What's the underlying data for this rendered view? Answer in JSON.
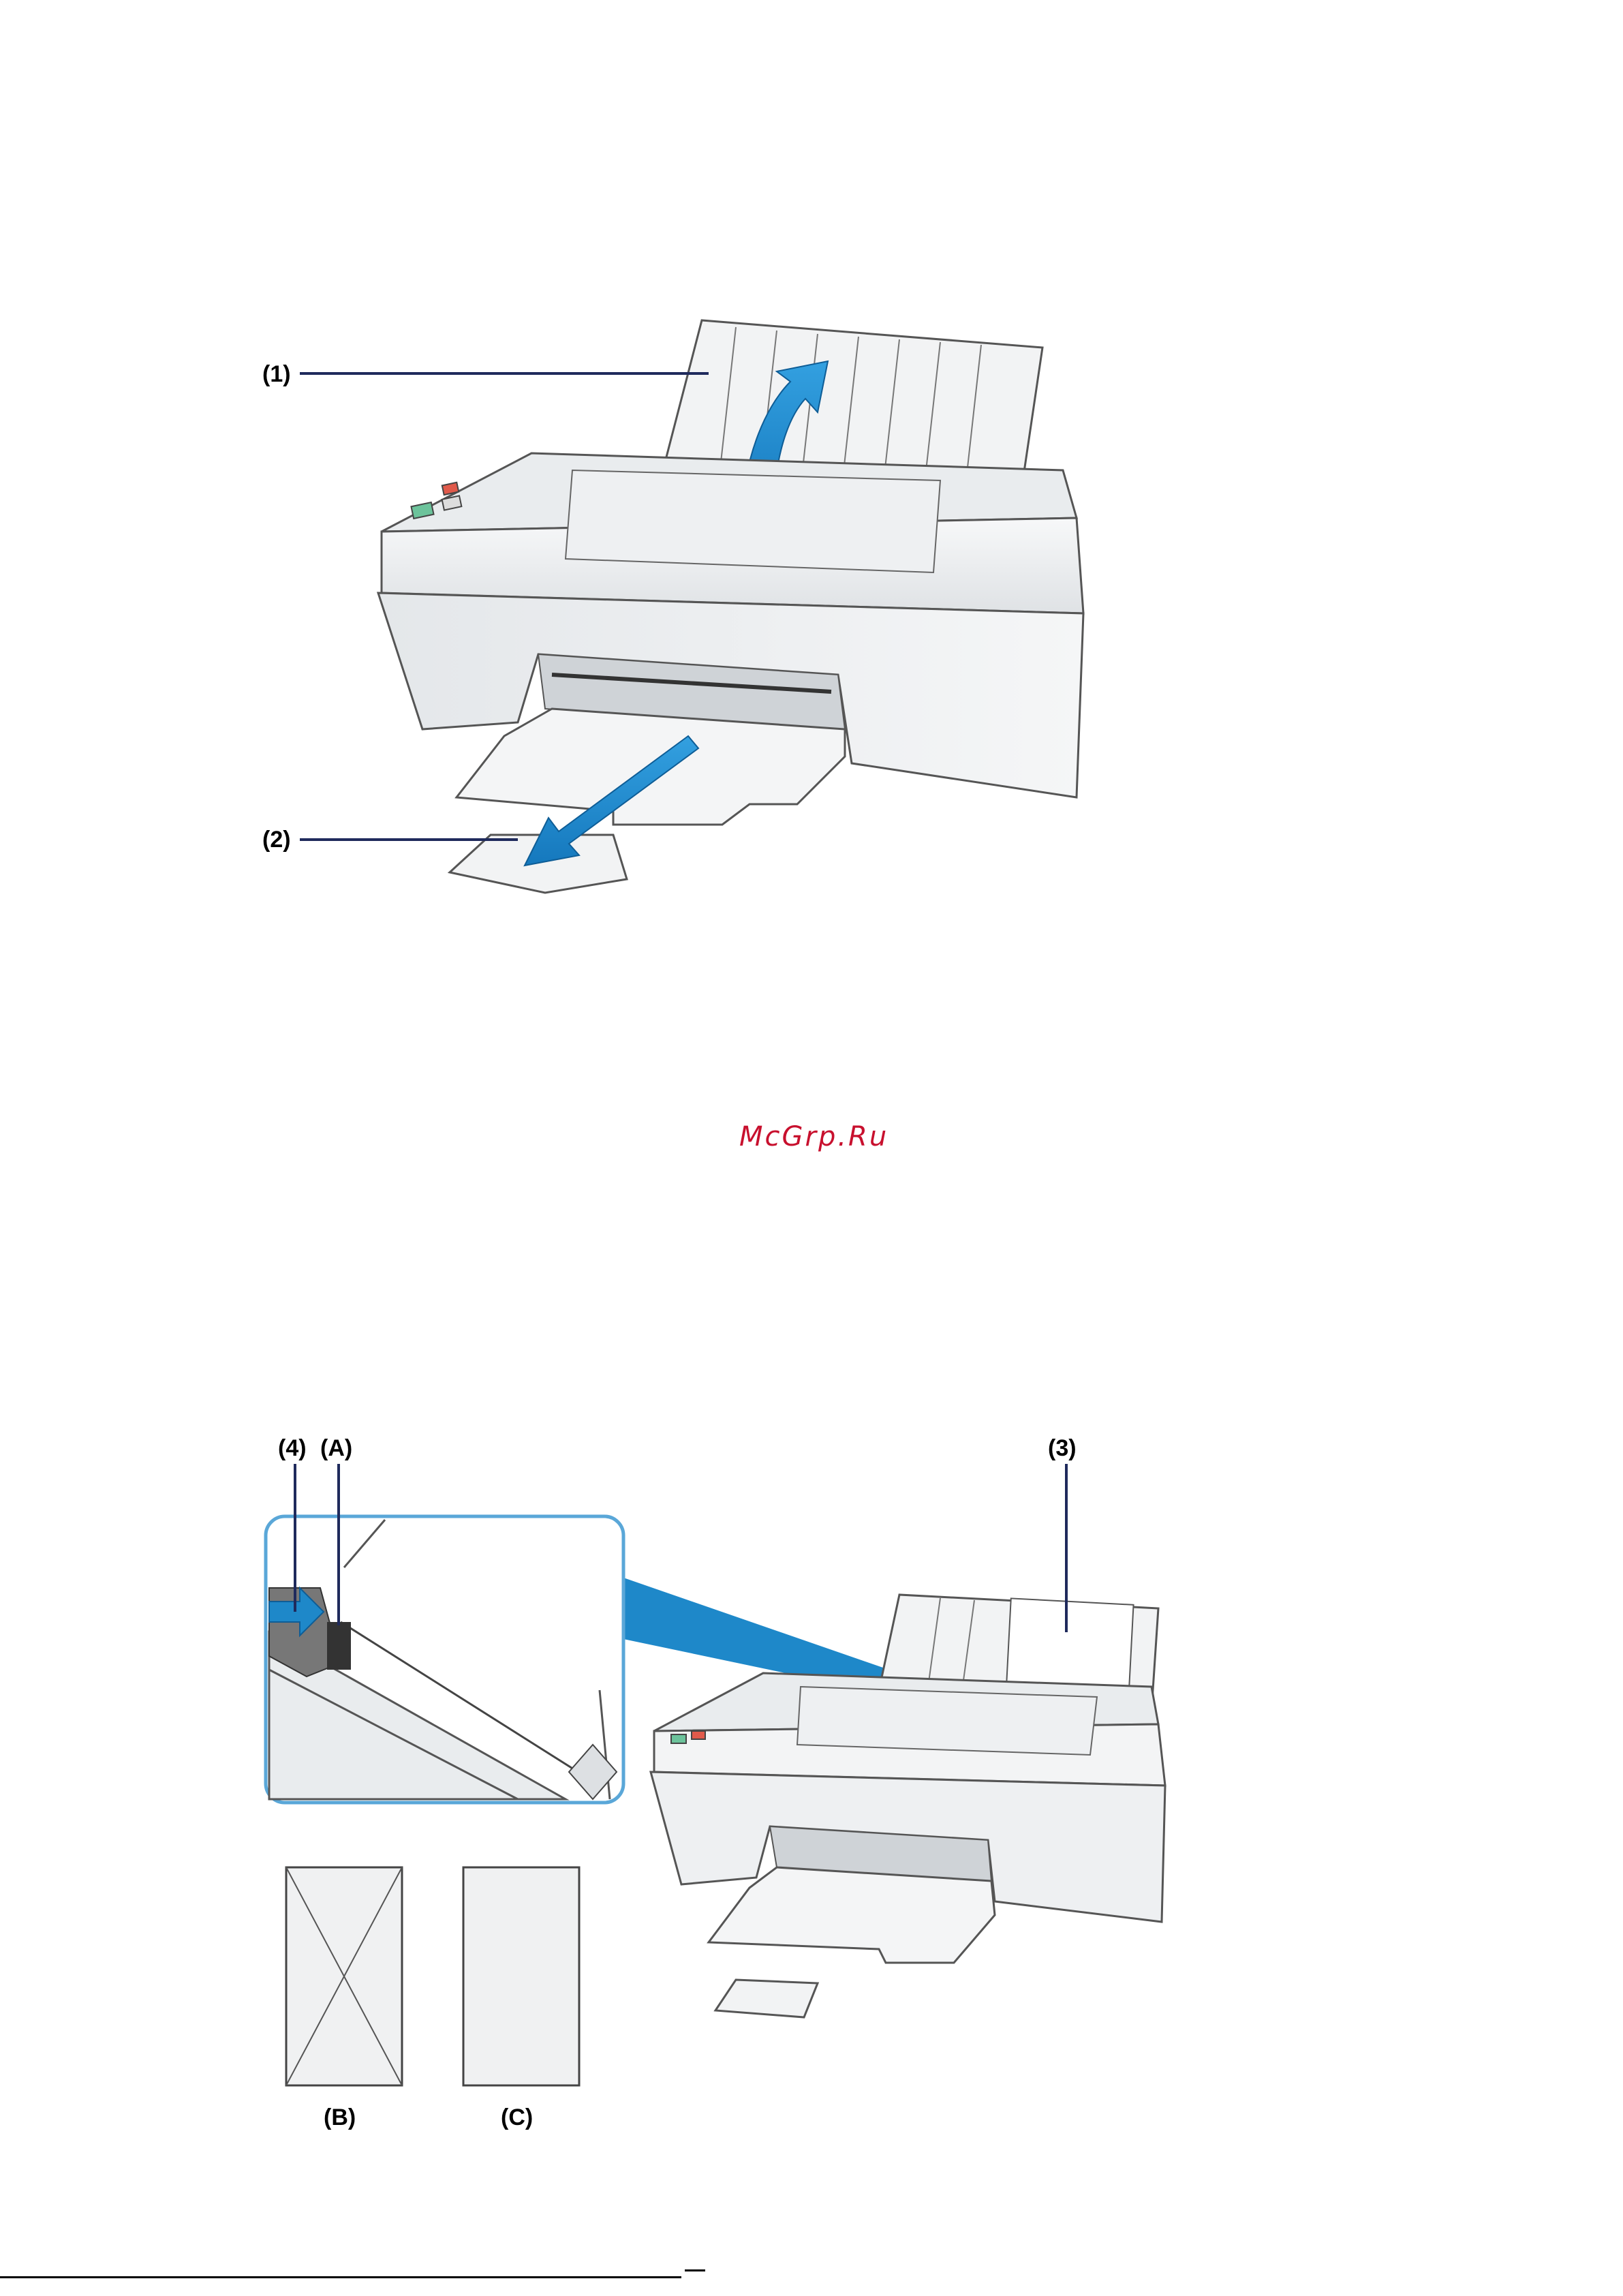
{
  "figure1": {
    "callouts": [
      {
        "label": "(1)"
      },
      {
        "label": "(2)"
      }
    ]
  },
  "watermark": "McGrp.Ru",
  "figure2": {
    "callouts": [
      {
        "label": "(4)"
      },
      {
        "label": "(A)"
      },
      {
        "label": "(3)"
      },
      {
        "label": "(B)"
      },
      {
        "label": "(C)"
      }
    ]
  },
  "colors": {
    "accent_arrow": "#1a7fc4",
    "leader_line": "#1f2a5c",
    "printer_body": "#eef0f2",
    "outline": "#555555"
  }
}
